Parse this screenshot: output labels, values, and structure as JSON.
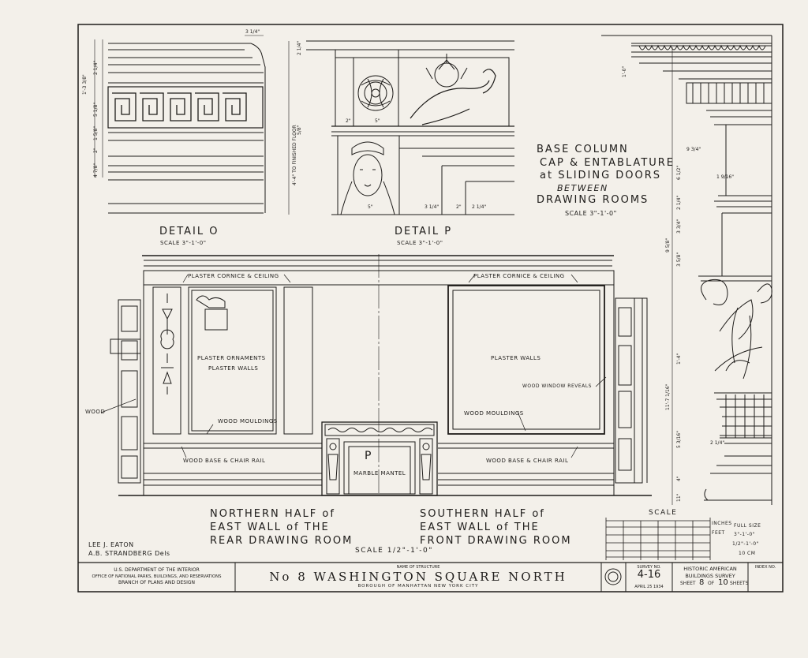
{
  "details": {
    "detail_o": {
      "title": "DETAIL O",
      "scale": "SCALE 3\"-1'-0\""
    },
    "detail_p": {
      "title": "DETAIL P",
      "scale": "SCALE 3\"-1'-0\""
    },
    "base_column": {
      "line1": "BASE COLUMN",
      "line2": "CAP & ENTABLATURE",
      "line3": "at SLIDING DOORS",
      "line4": "BETWEEN",
      "line5": "DRAWING ROOMS",
      "scale": "SCALE 3\"-1'-0\""
    }
  },
  "dimensions": {
    "d_3_1_4": "3 1/4\"",
    "d_2_1_4": "2 1/4\"",
    "d_1_3_3_8": "1'-3 3/8\"",
    "d_5_1_8": "5 1/8\"",
    "d_1_5_8": "1 5/8\"",
    "d_2": "2\"",
    "d_4_7_8": "4 7/8\"",
    "d_to_floor": "4'-4\" TO FINISHED FLOOR",
    "d_5_8": "5/8\"",
    "d_5": "5\"",
    "d_1_0": "1'-0\"",
    "d_9_3_4": "9 3/4\"",
    "d_1_9_16": "1 9/16\"",
    "d_6_1_2": "6 1/2\"",
    "d_3_3_4": "3 3/4\"",
    "d_9_5_8": "9 5/8\"",
    "d_3_5_8": "3 5/8\"",
    "d_1_4": "1'-4\"",
    "d_11_7_16": "11'-7 1/16\"",
    "d_5_3_16": "5 3/16\"",
    "d_4": "4\"",
    "d_11": "11\""
  },
  "annotations": {
    "plaster_cornice_left": "PLASTER CORNICE & CEILING",
    "plaster_cornice_right": "PLASTER CORNICE & CEILING",
    "plaster_ornaments": "PLASTER ORNAMENTS",
    "plaster_walls_left": "PLASTER WALLS",
    "plaster_walls_right": "PLASTER WALLS",
    "wood": "WOOD",
    "wood_mouldings_left": "WOOD MOULDINGS",
    "wood_mouldings_right": "WOOD MOULDINGS",
    "wood_window_reveals": "WOOD WINDOW REVEALS",
    "wood_base_left": "WOOD BASE & CHAIR RAIL",
    "wood_base_right": "WOOD BASE & CHAIR RAIL",
    "marble_mantel": "MARBLE MANTEL",
    "mantel_mark": "P"
  },
  "elevations": {
    "northern": [
      "NORTHERN HALF of",
      "EAST WALL of THE",
      "REAR DRAWING ROOM"
    ],
    "southern": [
      "SOUTHERN HALF of",
      "EAST WALL of THE",
      "FRONT DRAWING ROOM"
    ],
    "scale": "SCALE 1/2\"-1'-0\""
  },
  "scale_bar": {
    "title": "SCALE",
    "inches": "INCHES",
    "feet": "FEET",
    "full_size": "FULL SIZE",
    "three_inch": "3\"-1'-0\"",
    "half_inch": "1/2\"-1'-0\"",
    "cm": "10 CM"
  },
  "delineators": {
    "line1": "LEE J. EATON",
    "line2": "A.B. STRANDBERG  Dels"
  },
  "title_block": {
    "dept_line1": "U.S. DEPARTMENT OF THE INTERIOR",
    "dept_line2": "OFFICE OF NATIONAL PARKS, BUILDINGS, AND RESERVATIONS",
    "dept_line3": "BRANCH OF PLANS AND DESIGN",
    "name_label": "NAME OF STRUCTURE",
    "structure_name": "No 8 WASHINGTON SQUARE NORTH",
    "location": "BOROUGH OF MANHATTAN   NEW YORK CITY",
    "survey_label": "SURVEY NO.",
    "survey_no": "4-16",
    "date": "APRIL 25 1934",
    "habs_line1": "HISTORIC AMERICAN",
    "habs_line2": "BUILDINGS SURVEY",
    "sheet_label": "SHEET",
    "sheet_no": "8",
    "sheet_of": "OF",
    "sheet_total": "10",
    "sheet_word": "SHEETS",
    "index_label": "INDEX NO."
  },
  "colors": {
    "paper": "#f3f0ea",
    "ink": "#1e1c1a"
  }
}
